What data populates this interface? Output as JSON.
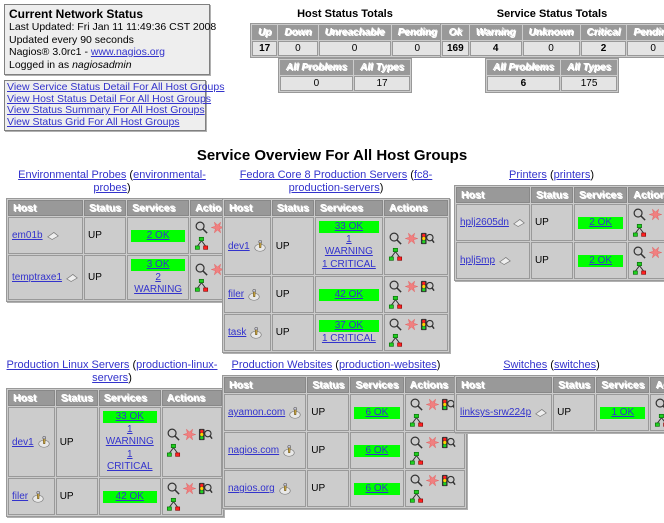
{
  "status_box": {
    "title": "Current Network Status",
    "last_updated": "Last Updated: Fri Jan 11 11:49:36 CST 2008",
    "update_interval": "Updated every 90 seconds",
    "version_prefix": "Nagios® 3.0rc1 - ",
    "version_link": "www.nagios.org",
    "logged_in_prefix": "Logged in as ",
    "logged_in_user": "nagiosadmin"
  },
  "nav_links": [
    "View Service Status Detail For All Host Groups",
    "View Host Status Detail For All Host Groups",
    "View Status Summary For All Host Groups",
    "View Status Grid For All Host Groups"
  ],
  "host_totals": {
    "title": "Host Status Totals",
    "headers": [
      "Up",
      "Down",
      "Unreachable",
      "Pending"
    ],
    "values": [
      "17",
      "0",
      "0",
      "0"
    ],
    "sub_headers": [
      "All Problems",
      "All Types"
    ],
    "sub_values": [
      "0",
      "17"
    ]
  },
  "service_totals": {
    "title": "Service Status Totals",
    "headers": [
      "Ok",
      "Warning",
      "Unknown",
      "Critical",
      "Pending"
    ],
    "values": [
      "169",
      "4",
      "0",
      "2",
      "0"
    ],
    "sub_headers": [
      "All Problems",
      "All Types"
    ],
    "sub_values": [
      "6",
      "175"
    ]
  },
  "page_title": "Service Overview For All Host Groups",
  "table_headers": {
    "host": "Host",
    "status": "Status",
    "services": "Services",
    "actions": "Actions"
  },
  "colors": {
    "ok": "#00ff00",
    "warning": "#ffff00",
    "critical": "#ff0000",
    "problems": "#ff9900",
    "header_grey": "#999999",
    "cell_grey": "#cccccc",
    "link": "#3333cc"
  },
  "groups": [
    {
      "name": "Environmental Probes",
      "alias": "environmental-probes",
      "icon": "probe-icon",
      "hosts": [
        {
          "name": "em01b",
          "status": "UP",
          "services": [
            {
              "label": "2 OK",
              "state": "ok"
            }
          ]
        },
        {
          "name": "temptraxe1",
          "status": "UP",
          "services": [
            {
              "label": "3 OK",
              "state": "ok"
            },
            {
              "label": "2 WARNING",
              "state": "warning"
            }
          ]
        }
      ]
    },
    {
      "name": "Fedora Core 8 Production Servers",
      "alias": "fc8-production-servers",
      "icon": "fedora-icon",
      "hosts": [
        {
          "name": "dev1",
          "status": "UP",
          "services": [
            {
              "label": "33 OK",
              "state": "ok"
            },
            {
              "label": "1 WARNING",
              "state": "warning"
            },
            {
              "label": "1 CRITICAL",
              "state": "critical"
            }
          ]
        },
        {
          "name": "filer",
          "status": "UP",
          "services": [
            {
              "label": "42 OK",
              "state": "ok"
            }
          ]
        },
        {
          "name": "task",
          "status": "UP",
          "services": [
            {
              "label": "37 OK",
              "state": "ok"
            },
            {
              "label": "1 CRITICAL",
              "state": "critical"
            }
          ]
        }
      ]
    },
    {
      "name": "Printers",
      "alias": "printers",
      "icon": "printer-icon",
      "hosts": [
        {
          "name": "hplj2605dn",
          "status": "UP",
          "services": [
            {
              "label": "2 OK",
              "state": "ok"
            }
          ]
        },
        {
          "name": "hplj5mp",
          "status": "UP",
          "services": [
            {
              "label": "2 OK",
              "state": "ok"
            }
          ]
        }
      ]
    },
    {
      "name": "Production Linux Servers",
      "alias": "production-linux-servers",
      "icon": "fedora-icon",
      "hosts": [
        {
          "name": "dev1",
          "status": "UP",
          "services": [
            {
              "label": "33 OK",
              "state": "ok"
            },
            {
              "label": "1 WARNING",
              "state": "warning"
            },
            {
              "label": "1 CRITICAL",
              "state": "critical"
            }
          ]
        },
        {
          "name": "filer",
          "status": "UP",
          "services": [
            {
              "label": "42 OK",
              "state": "ok"
            }
          ]
        }
      ]
    },
    {
      "name": "Production Websites",
      "alias": "production-websites",
      "icon": "fedora-icon",
      "hosts": [
        {
          "name": "ayamon.com",
          "status": "UP",
          "services": [
            {
              "label": "6 OK",
              "state": "ok"
            }
          ]
        },
        {
          "name": "nagios.com",
          "status": "UP",
          "services": [
            {
              "label": "6 OK",
              "state": "ok"
            }
          ]
        },
        {
          "name": "nagios.org",
          "status": "UP",
          "services": [
            {
              "label": "6 OK",
              "state": "ok"
            }
          ]
        }
      ]
    },
    {
      "name": "Switches",
      "alias": "switches",
      "icon": "probe-icon",
      "hosts": [
        {
          "name": "linksys-srw224p",
          "status": "UP",
          "services": [
            {
              "label": "1 OK",
              "state": "ok"
            }
          ]
        }
      ]
    }
  ],
  "action_icons": [
    "magnifier-icon",
    "starburst-icon",
    "trafficlight-icon",
    "networkmap-icon"
  ]
}
